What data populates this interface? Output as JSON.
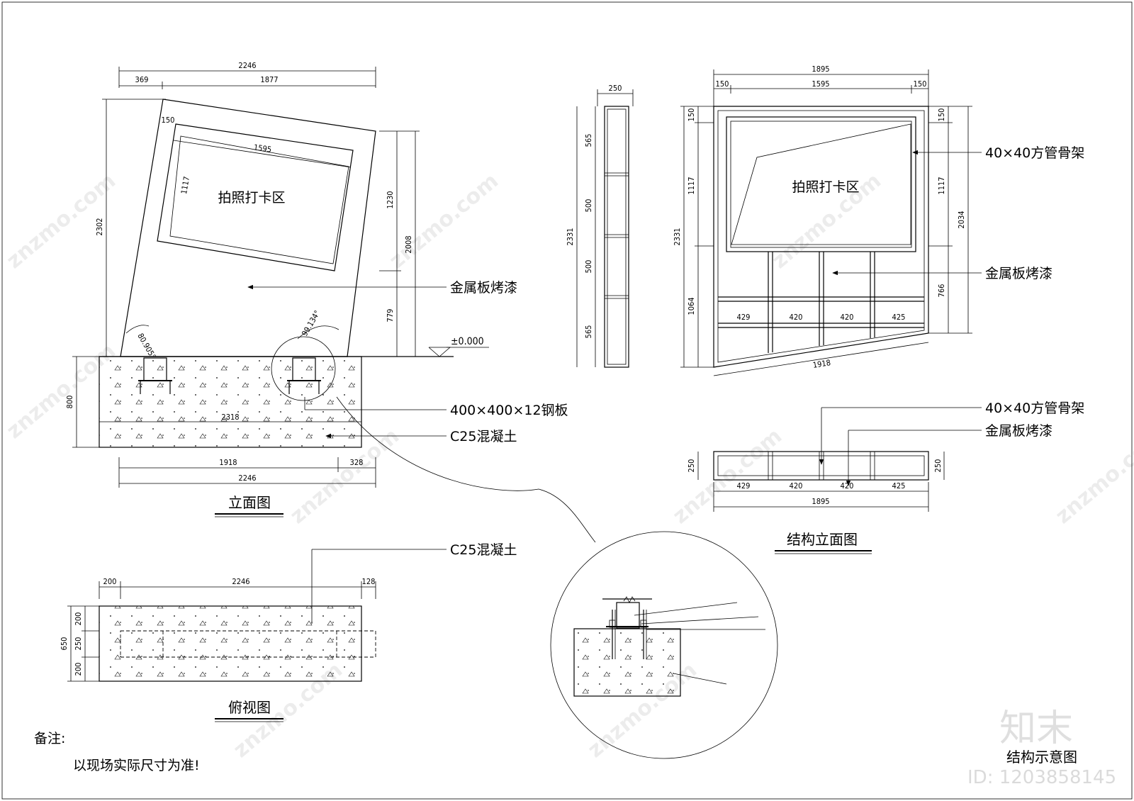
{
  "elevation": {
    "title": "立面图",
    "panel_text": "拍照打卡区",
    "dims": {
      "overall_top": "2246",
      "left_offset": "369",
      "main_top": "1877",
      "inner_margin": "150",
      "inner_width": "1595",
      "inner_height": "1117",
      "overall_height": "2302",
      "right_upper": "1230",
      "right_lower": "779",
      "right_total": "2008",
      "footing_height": "800",
      "footing_inner": "2318",
      "bottom_main": "1918",
      "bottom_right": "328",
      "bottom_total": "2246",
      "angle_left": "80.905°",
      "angle_right": "99.134°"
    },
    "level": "±0.000",
    "callouts": {
      "panel_finish": "金属板烤漆",
      "steel_plate": "400×400×12钢板",
      "concrete": "C25混凝土"
    }
  },
  "side_view": {
    "dims": {
      "width": "250",
      "total": "2331",
      "seg1": "565",
      "seg2": "500",
      "seg3": "500",
      "seg4": "565"
    }
  },
  "structure": {
    "title": "结构立面图",
    "panel_text": "拍照打卡区",
    "dims": {
      "overall": "1895",
      "edge_left": "150",
      "inner": "1595",
      "edge_right": "150",
      "left_total": "2331",
      "left_upper": "1117",
      "left_lower": "1064",
      "right_top": "150",
      "right_mid": "1117",
      "right_lower": "766",
      "right_total": "2034",
      "bay1": "429",
      "bay2": "420",
      "bay3": "420",
      "bay4": "425",
      "bottom_slope": "1918"
    },
    "callouts": {
      "frame": "40×40方管骨架",
      "finish": "金属板烤漆"
    }
  },
  "plan_strip": {
    "dims": {
      "depth": "250",
      "bay1": "429",
      "bay2": "420",
      "bay3": "420",
      "bay4": "425",
      "overall": "1895"
    },
    "callouts": {
      "frame": "40×40方管骨架",
      "finish": "金属板烤漆"
    }
  },
  "top_view": {
    "title": "俯视图",
    "callout": "C25混凝土",
    "dims": {
      "left": "200",
      "main": "2246",
      "right": "128",
      "d1": "200",
      "d2": "250",
      "d3": "200",
      "total": "650"
    }
  },
  "detail": {
    "title": "结构示意图"
  },
  "notes": {
    "heading": "备注:",
    "text": "以现场实际尺寸为准!"
  },
  "watermark": {
    "text": "znzmo.com",
    "brand": "知末",
    "id": "ID: 1203858145"
  }
}
